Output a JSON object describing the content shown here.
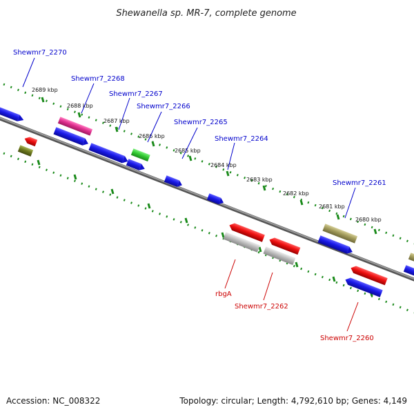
{
  "title": "Shewanella sp. MR-7, complete genome",
  "footer": {
    "accession": "Accession: NC_008322",
    "summary": "Topology: circular; Length: 4,792,610 bp; Genes: 4,149"
  },
  "scale_labels": [
    "2689 kbp",
    "2688 kbp",
    "2687 kbp",
    "2686 kbp",
    "2685 kbp",
    "2684 kbp",
    "2683 kbp",
    "2682 kbp",
    "2681 kbp",
    "2680 kbp"
  ],
  "gene_labels": {
    "forward": [
      "Shewmr7_2270",
      "Shewmr7_2268",
      "Shewmr7_2267",
      "Shewmr7_2266",
      "Shewmr7_2265",
      "Shewmr7_2264",
      "Shewmr7_2261"
    ],
    "reverse": [
      "rbgA",
      "Shewmr7_2262",
      "Shewmr7_2260"
    ]
  },
  "colors": {
    "forward_label": "#0000cc",
    "reverse_label": "#cc0000",
    "backbone": "#777777",
    "ruler": "#1a8a1a",
    "cds_blue": "#1a1aee",
    "rrna_red": "#ee1111",
    "trna_magenta": "#e8309a",
    "misc_green": "#33cc33",
    "olive": "#a39c5c",
    "olive_dark": "#6e7a1e",
    "grey": "#bdbdbd"
  }
}
